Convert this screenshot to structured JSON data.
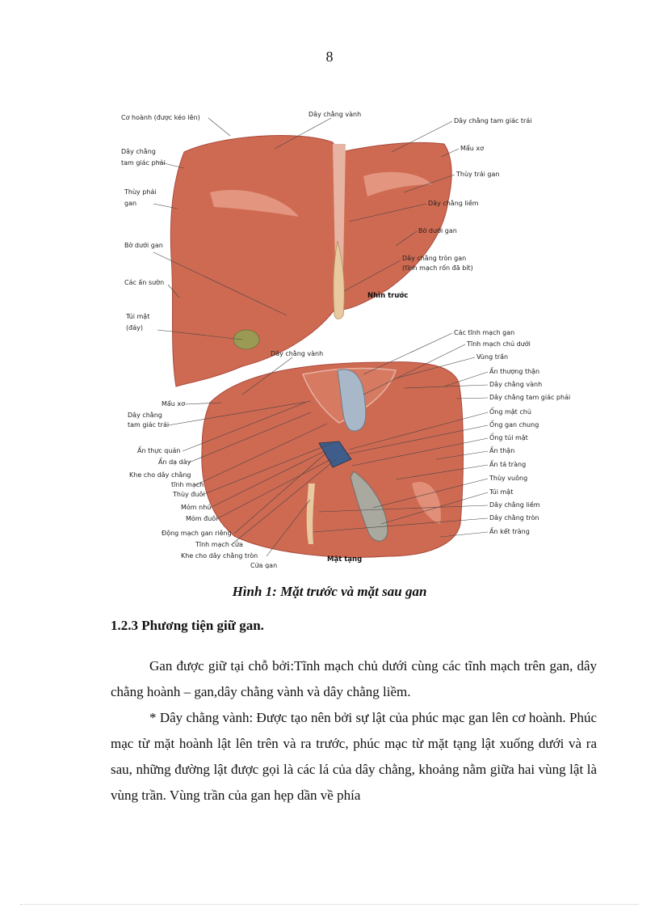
{
  "page": {
    "number": "8"
  },
  "figure": {
    "caption": "Hình 1: Mặt trước và mặt sau gan",
    "front_view": {
      "view_label": "Nhìn trước",
      "labels_left": [
        "Cơ hoành (được kéo lên)",
        "Dây chằng",
        "tam giác phải",
        "Thùy phải",
        "gan",
        "Bờ dưới gan",
        "Các ấn sườn",
        "Túi mật",
        "(đáy)"
      ],
      "labels_right": [
        "Dây chằng vành",
        "Dây chằng tam giác trái",
        "Mẩu xơ",
        "Thùy trái gan",
        "Dây chằng liềm",
        "Bờ dưới gan",
        "Dây chằng tròn gan",
        "(tĩnh mạch rốn đã bít)"
      ]
    },
    "back_view": {
      "view_label": "Mặt tạng",
      "labels_top": [
        "Dây chằng vành"
      ],
      "labels_left": [
        "Mẩu xơ",
        "Dây chằng",
        "tam giác trái",
        "Ấn thực quản",
        "Ấn dạ dày",
        "Khe cho dây chằng",
        "tĩnh mạch",
        "Thùy đuôi",
        "Mỏm nhú",
        "Mỏm đuôi",
        "Động mạch gan riêng",
        "Tĩnh mạch cửa",
        "Khe cho dây chằng tròn",
        "Cửa gan"
      ],
      "labels_right": [
        "Các tĩnh mạch gan",
        "Tĩnh mạch chủ dưới",
        "Vùng trần",
        "Ấn thượng thận",
        "Dây chằng vành",
        "Dây chằng tam giác phải",
        "Ống mật chủ",
        "Ống gan chung",
        "Ống túi mật",
        "Ấn thận",
        "Ấn tá tràng",
        "Thùy vuông",
        "Túi mật",
        "Dây chằng liềm",
        "Dây chằng tròn",
        "Ấn kết tràng"
      ]
    }
  },
  "section": {
    "heading": "1.2.3 Phương tiện giữ gan.",
    "paragraphs": [
      "Gan được giữ tại chỗ bởi:Tĩnh mạch chủ dưới cùng các tĩnh mạch trên gan, dây chằng hoành – gan,dây chằng vành và dây chằng liềm.",
      "* Dây chằng vành: Được tạo nên bởi sự lật của phúc mạc gan lên cơ hoành. Phúc mạc từ mặt hoành lật lên trên và ra trước, phúc mạc từ mặt tạng lật xuống dưới và ra sau, những đường lật được gọi là các lá của dây chằng, khoảng nằm giữa hai vùng lật là vùng trần. Vùng trần của  gan hẹp dần về phía"
    ]
  },
  "colors": {
    "liver": "#cf6a52",
    "liver_light": "#e39a85",
    "gallbladder": "#9a9a66",
    "vein": "#a8b8c8"
  }
}
